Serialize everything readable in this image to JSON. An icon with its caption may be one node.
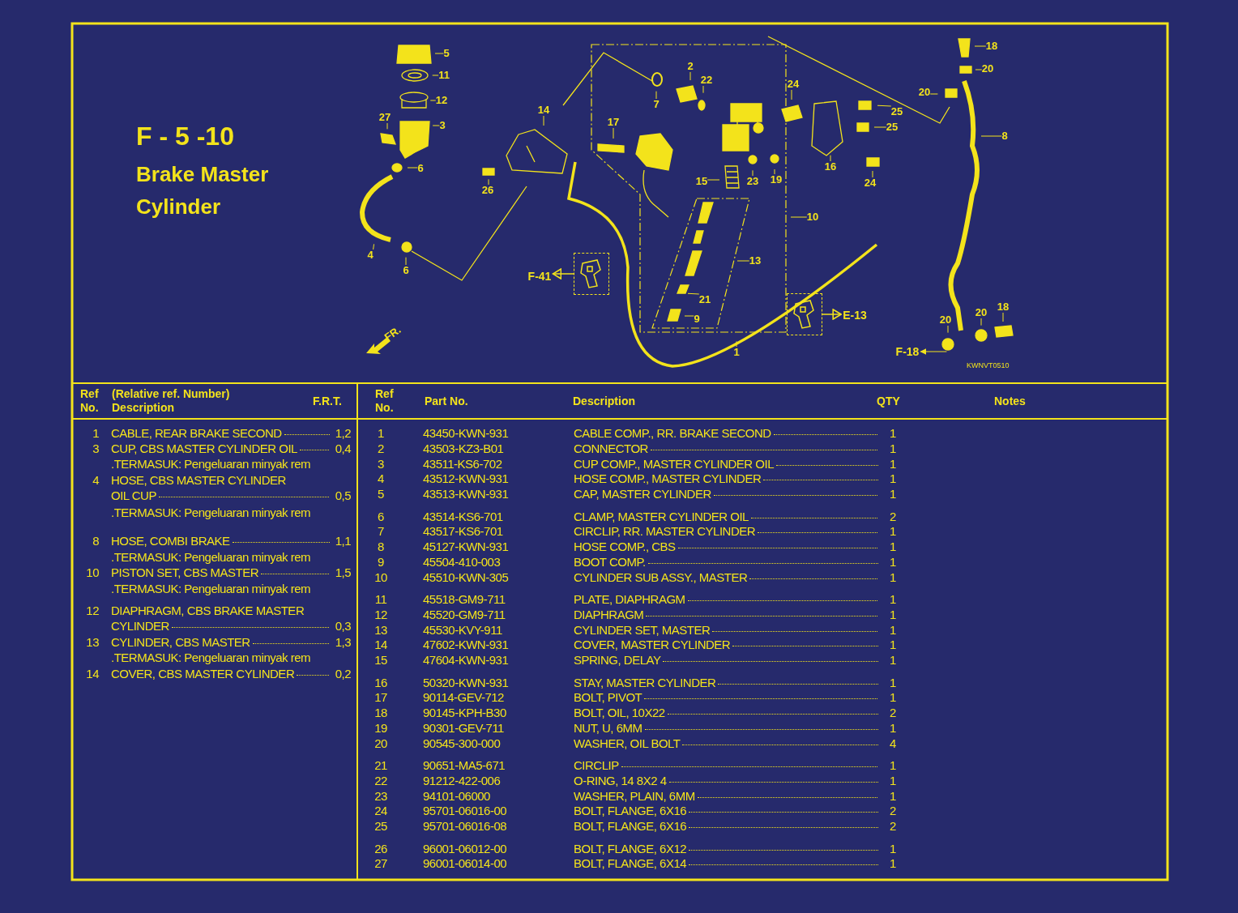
{
  "diagram": {
    "title": "F - 5 -10",
    "nodes": [
      {
        "text": [
          "5"
        ]
      },
      {
        "text": [
          "11"
        ]
      },
      {
        "text": [
          "12"
        ]
      },
      {
        "text": [
          "27"
        ]
      },
      {
        "text": [
          "3"
        ]
      },
      {
        "text": [
          "6"
        ]
      },
      {
        "text": [
          "4"
        ]
      },
      {
        "text": [
          "6"
        ]
      },
      {
        "text": [
          "14"
        ]
      },
      {
        "text": [
          "26"
        ]
      },
      {
        "text": [
          "17"
        ]
      },
      {
        "text": [
          "7"
        ]
      },
      {
        "text": [
          "2"
        ]
      },
      {
        "text": [
          "22"
        ]
      },
      {
        "text": [
          "24"
        ]
      },
      {
        "text": [
          "25"
        ]
      },
      {
        "text": [
          "25"
        ]
      },
      {
        "text": [
          "16"
        ]
      },
      {
        "text": [
          "24"
        ]
      },
      {
        "text": [
          "15"
        ]
      },
      {
        "text": [
          "23"
        ]
      },
      {
        "text": [
          "19"
        ]
      },
      {
        "text": [
          "10"
        ]
      },
      {
        "text": [
          "13"
        ]
      },
      {
        "text": [
          "21"
        ]
      },
      {
        "text": [
          "9"
        ]
      },
      {
        "text": [
          "1"
        ]
      },
      {
        "text": [
          "18"
        ]
      },
      {
        "text": [
          "20"
        ]
      },
      {
        "text": [
          "20"
        ]
      },
      {
        "text": [
          "8"
        ]
      },
      {
        "text": [
          "20"
        ]
      },
      {
        "text": [
          "20"
        ]
      },
      {
        "text": [
          "18"
        ]
      },
      {
        "text": [
          "F-18"
        ]
      },
      {
        "text": [
          "F-41"
        ]
      },
      {
        "text": [],
        "shape": "picture"
      },
      {
        "text": [
          "E-13"
        ]
      },
      {
        "text": [],
        "shape": "picture"
      }
    ],
    "edges": [
      {
        "from": 0,
        "to": null,
        "arrow": "none"
      },
      {
        "from": 1,
        "to": null,
        "arrow": "none"
      },
      {
        "from": 2,
        "to": null,
        "arrow": "none"
      },
      {
        "from": 3,
        "to": null,
        "arrow": "none"
      },
      {
        "from": 4,
        "to": null,
        "arrow": "none"
      },
      {
        "from": 5,
        "to": null,
        "arrow": "none"
      },
      {
        "from": 6,
        "to": null,
        "arrow": "none"
      },
      {
        "from": 7,
        "to": null,
        "arrow": "none"
      },
      {
        "from": 8,
        "to": null,
        "arrow": "none"
      },
      {
        "from": 9,
        "to": null,
        "arrow": "none"
      },
      {
        "from": 10,
        "to": null,
        "arrow": "none"
      },
      {
        "from": 11,
        "to": null,
        "arrow": "none"
      },
      {
        "from": 12,
        "to": null,
        "arrow": "none"
      },
      {
        "from": 13,
        "to": null,
        "arrow": "none"
      },
      {
        "from": 14,
        "to": null,
        "arrow": "none"
      },
      {
        "from": 15,
        "to": null,
        "arrow": "none"
      },
      {
        "from": 16,
        "to": null,
        "arrow": "none"
      },
      {
        "from": 17,
        "to": null,
        "arrow": "none"
      },
      {
        "from": 18,
        "to": null,
        "arrow": "none"
      },
      {
        "from": 19,
        "to": null,
        "arrow": "none"
      },
      {
        "from": 20,
        "to": null,
        "arrow": "none"
      },
      {
        "from": 21,
        "to": null,
        "arrow": "none"
      },
      {
        "from": 22,
        "to": null,
        "arrow": "none"
      },
      {
        "from": 23,
        "to": null,
        "arrow": "none"
      },
      {
        "from": 24,
        "to": null,
        "arrow": "none"
      },
      {
        "from": 25,
        "to": null,
        "arrow": "none"
      },
      {
        "from": 26,
        "to": null,
        "arrow": "none"
      },
      {
        "from": 27,
        "to": null,
        "arrow": "none"
      },
      {
        "from": 28,
        "to": null,
        "arrow": "none"
      },
      {
        "from": 29,
        "to": null,
        "arrow": "none"
      },
      {
        "from": 30,
        "to": null,
        "arrow": "none"
      },
      {
        "from": 31,
        "to": null,
        "arrow": "none"
      },
      {
        "from": 32,
        "to": null,
        "arrow": "none"
      },
      {
        "from": 33,
        "to": null,
        "arrow": "none"
      },
      {
        "from": null,
        "to": 34,
        "arrow": "to"
      },
      {
        "from": 36,
        "to": 35,
        "arrow": "to"
      },
      {
        "from": 38,
        "to": 37,
        "arrow": "to"
      }
    ],
    "labels": [
      "Brake Master Cylinder",
      "FR.",
      "KWNVT0510",
      "Ref No.",
      "(Relative ref. Number) Description",
      "F.R.T.",
      "1",
      "CABLE, REAR BRAKE SECOND",
      "1,2",
      "3",
      "CUP, CBS MASTER CYLINDER OIL",
      "0,4",
      ".TERMASUK: Pengeluaran minyak rem",
      "4",
      "HOSE, CBS MASTER CYLINDER OIL CUP",
      "0,5",
      ".TERMASUK: Pengeluaran minyak rem",
      "8",
      "HOSE, COMBI BRAKE",
      "1,1",
      ".TERMASUK: Pengeluaran minyak rem",
      "10",
      "PISTON SET, CBS MASTER",
      "1,5",
      ".TERMASUK: Pengeluaran minyak rem",
      "12",
      "DIAPHRAGM, CBS BRAKE MASTER CYLINDER",
      "0,3",
      "13",
      "CYLINDER, CBS MASTER",
      "1,3",
      ".TERMASUK: Pengeluaran minyak rem",
      "14",
      "COVER, CBS MASTER CYLINDER",
      "0,2",
      "Ref No.",
      "Part No.",
      "Description",
      "QTY",
      "Notes",
      "1",
      "43450-KWN-931",
      "CABLE COMP., RR. BRAKE SECOND",
      "1",
      "2",
      "43503-KZ3-B01",
      "CONNECTOR",
      "1",
      "3",
      "43511-KS6-702",
      "CUP COMP., MASTER CYLINDER OIL",
      "1",
      "4",
      "43512-KWN-931",
      "HOSE COMP., MASTER CYLINDER",
      "1",
      "5",
      "43513-KWN-931",
      "CAP, MASTER CYLINDER",
      "1",
      "6",
      "43514-KS6-701",
      "CLAMP, MASTER CYLINDER OIL",
      "2",
      "7",
      "43517-KS6-701",
      "CIRCLIP, RR. MASTER CYLINDER",
      "1",
      "8",
      "45127-KWN-931",
      "HOSE COMP., CBS",
      "1",
      "9",
      "45504-410-003",
      "BOOT COMP.",
      "1",
      "10",
      "45510-KWN-305",
      "CYLINDER SUB ASSY., MASTER",
      "1",
      "11",
      "45518-GM9-711",
      "PLATE, DIAPHRAGM",
      "1",
      "12",
      "45520-GM9-711",
      "DIAPHRAGM",
      "1",
      "13",
      "45530-KVY-911",
      "CYLINDER SET, MASTER",
      "1",
      "14",
      "47602-KWN-931",
      "COVER, MASTER CYLINDER",
      "1",
      "15",
      "47604-KWN-931",
      "SPRING, DELAY",
      "1",
      "16",
      "50320-KWN-931",
      "STAY, MASTER CYLINDER",
      "1",
      "17",
      "90114-GEV-712",
      "BOLT, PIVOT",
      "1",
      "18",
      "90145-KPH-B30",
      "BOLT, OIL, 10X22",
      "2",
      "19",
      "90301-GEV-711",
      "NUT, U, 6MM",
      "1",
      "20",
      "90545-300-000",
      "WASHER, OIL BOLT",
      "4",
      "21",
      "90651-MA5-671",
      "CIRCLIP",
      "1",
      "22",
      "91212-422-006",
      "O-RING, 14 8X2 4",
      "1",
      "23",
      "94101-06000",
      "WASHER, PLAIN, 6MM",
      "1",
      "24",
      "95701-06016-00",
      "BOLT, FLANGE, 6X16",
      "2",
      "25",
      "95701-06016-08",
      "BOLT, FLANGE, 6X16",
      "2",
      "26",
      "96001-06012-00",
      "BOLT, FLANGE, 6X12",
      "1",
      "27",
      "96001-06014-00",
      "BOLT, FLANGE, 6X14",
      "1"
    ]
  }
}
